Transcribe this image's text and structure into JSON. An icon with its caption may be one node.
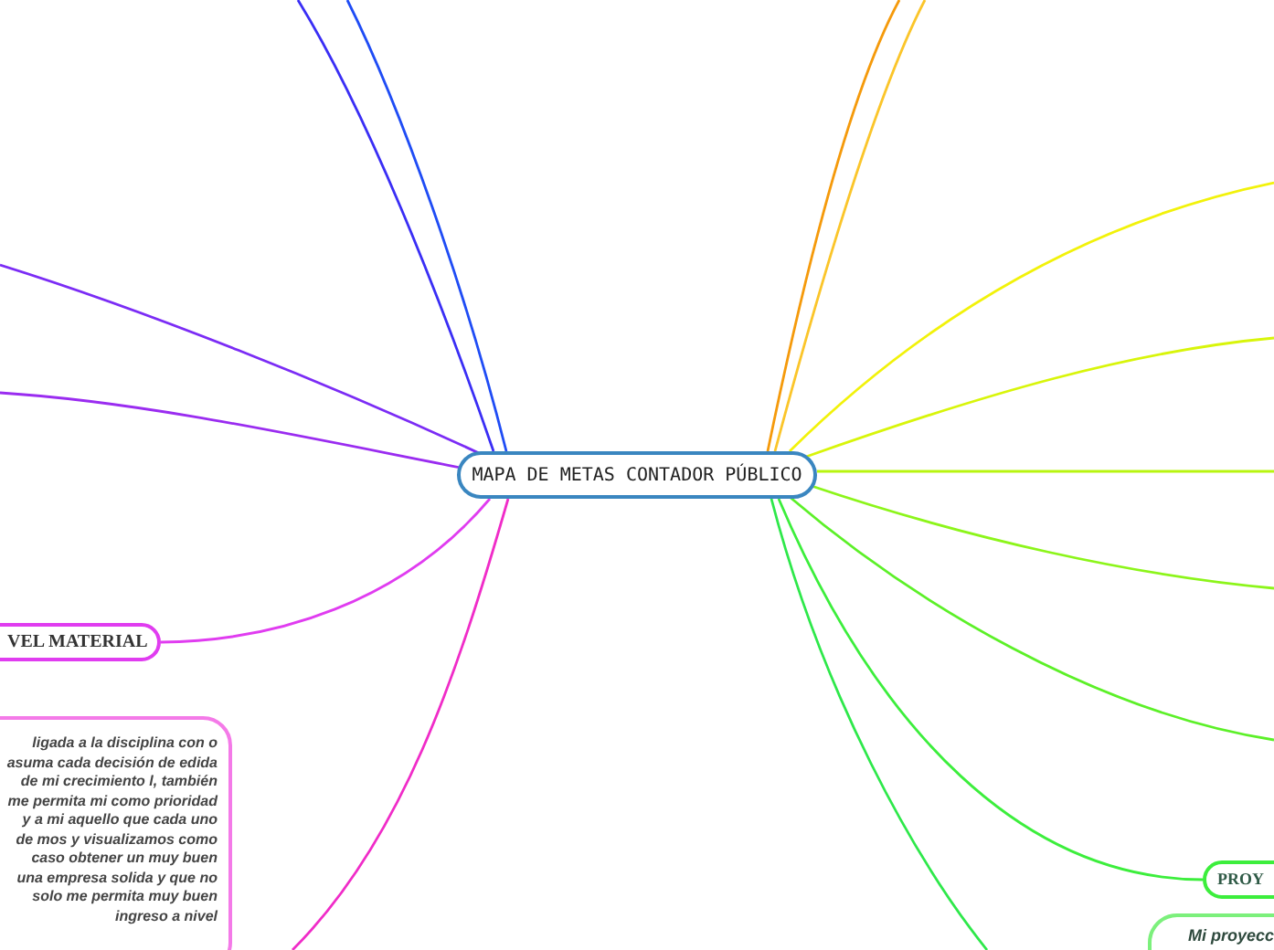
{
  "diagram": {
    "nodes": [
      {
        "text": [
          "MAPA DE METAS CONTADOR PÚBLICO"
        ]
      },
      {
        "text": [
          "VEL MATERIAL"
        ]
      },
      {
        "text": [
          "ligada a la disciplina con o asuma cada decisión de edida de mi crecimiento l, también me permita mi como prioridad y a mi aquello que cada uno de mos y visualizamos como caso obtener un muy buen una empresa solida y que no solo me permita muy buen ingreso a nivel"
        ]
      },
      {
        "text": [
          "PROY"
        ]
      },
      {
        "text": [
          "Mi proyecc"
        ]
      }
    ],
    "edges": [
      {
        "from": 0,
        "to": null,
        "arrow": "none",
        "color": "#3a2ef5"
      },
      {
        "from": 0,
        "to": null,
        "arrow": "none",
        "color": "#1f4cf5"
      },
      {
        "from": 0,
        "to": null,
        "arrow": "none",
        "color": "#7b2cf5"
      },
      {
        "from": 0,
        "to": null,
        "arrow": "none",
        "color": "#9a2cf0"
      },
      {
        "from": 0,
        "to": 1,
        "arrow": "none",
        "color": "#e03cf0"
      },
      {
        "from": 0,
        "to": null,
        "arrow": "none",
        "color": "#f02cc8"
      },
      {
        "from": 0,
        "to": null,
        "arrow": "none",
        "color": "#f59a0b"
      },
      {
        "from": 0,
        "to": null,
        "arrow": "none",
        "color": "#fbc52a"
      },
      {
        "from": 0,
        "to": null,
        "arrow": "none",
        "color": "#f2f20a"
      },
      {
        "from": 0,
        "to": null,
        "arrow": "none",
        "color": "#d8f50a"
      },
      {
        "from": 0,
        "to": null,
        "arrow": "none",
        "color": "#b8f510"
      },
      {
        "from": 0,
        "to": null,
        "arrow": "none",
        "color": "#8cf51a"
      },
      {
        "from": 0,
        "to": null,
        "arrow": "none",
        "color": "#5cf028"
      },
      {
        "from": 0,
        "to": 3,
        "arrow": "none",
        "color": "#3cee3c"
      },
      {
        "from": 0,
        "to": null,
        "arrow": "none",
        "color": "#2ee84a"
      }
    ]
  }
}
